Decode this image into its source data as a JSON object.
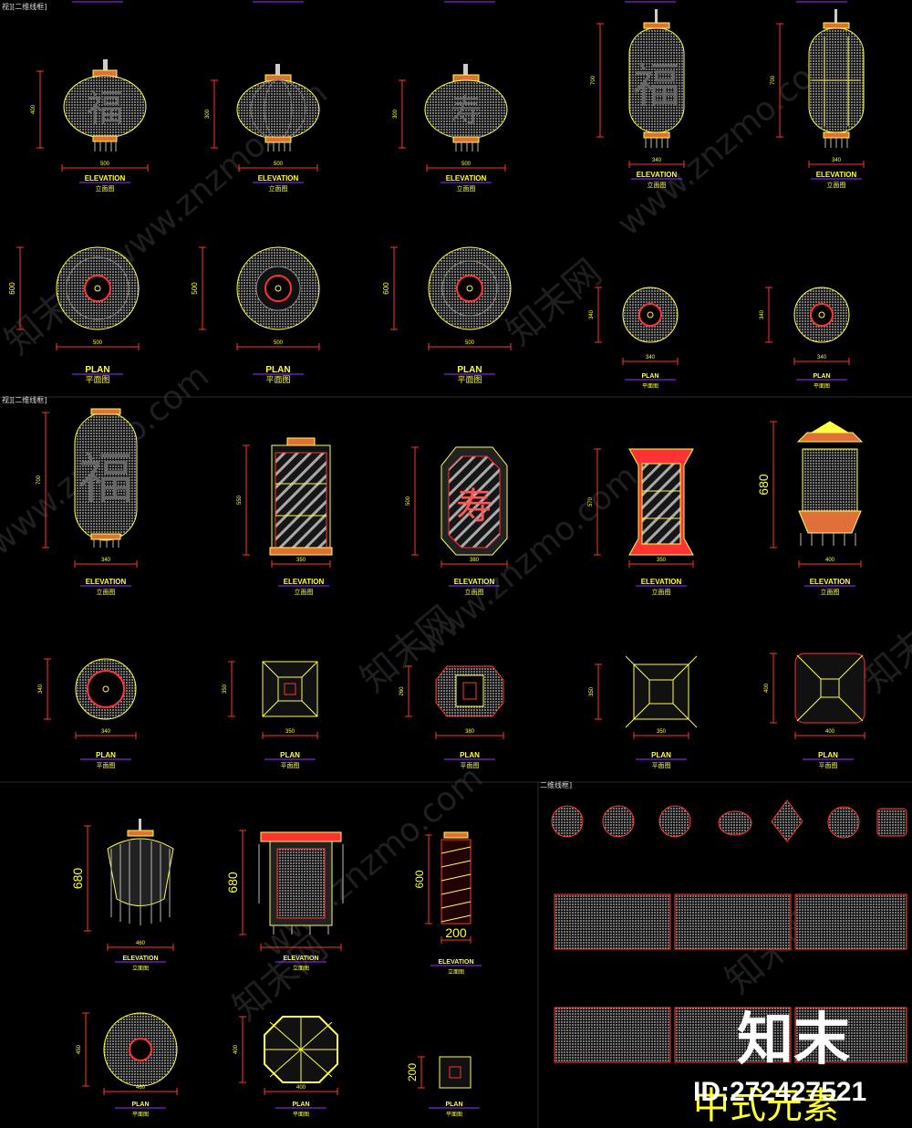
{
  "tabs": [
    "视][二维线框]",
    "视][二维线框]",
    "二维线框]"
  ],
  "captions": {
    "elevation_en": "ELEVATION",
    "elevation_zh": "立面图",
    "plan_en": "PLAN",
    "plan_zh": "平面图"
  },
  "watermark": {
    "site": "www.znzmo.com",
    "cn": "知末网"
  },
  "brand": {
    "logo": "知末",
    "id": "ID:272427521"
  },
  "panel_title": "中式元素",
  "glyphs": {
    "fu": "福",
    "shou": "寿"
  },
  "drawings": {
    "row1_elev": [
      {
        "h": "400",
        "w": "500"
      },
      {
        "h": "300",
        "w": "500"
      },
      {
        "h": "300",
        "w": "500"
      },
      {
        "h": "700",
        "w": "340"
      },
      {
        "h": "700",
        "w": "340"
      }
    ],
    "row1_plan": [
      {
        "h": "600",
        "w": "500"
      },
      {
        "h": "500",
        "w": "500"
      },
      {
        "h": "600",
        "w": "500"
      },
      {
        "h": "340",
        "w": "340"
      },
      {
        "h": "340",
        "w": "340"
      }
    ],
    "row2_elev": [
      {
        "h": "700",
        "w": "340"
      },
      {
        "h": "550",
        "w": "350"
      },
      {
        "h": "500",
        "w": "380"
      },
      {
        "h": "570",
        "w": "350"
      },
      {
        "h": "680",
        "w": "400"
      }
    ],
    "row2_plan": [
      {
        "h": "340",
        "w": "340"
      },
      {
        "h": "350",
        "w": "350"
      },
      {
        "h": "260",
        "w": "380"
      },
      {
        "h": "350",
        "w": "350"
      },
      {
        "h": "400",
        "w": "400"
      }
    ],
    "row3_elev": [
      {
        "h": "680",
        "w": "460"
      },
      {
        "h": "680",
        "w": ""
      },
      {
        "h": "600",
        "w": "200"
      }
    ],
    "row3_plan": [
      {
        "h": "450",
        "w": "460"
      },
      {
        "h": "400",
        "w": "400"
      },
      {
        "h": "200",
        "w": ""
      }
    ]
  },
  "colors": {
    "line": "#ffff44",
    "accent": "#ff3333",
    "fill": "#cccccc",
    "purple": "#9933ff"
  }
}
